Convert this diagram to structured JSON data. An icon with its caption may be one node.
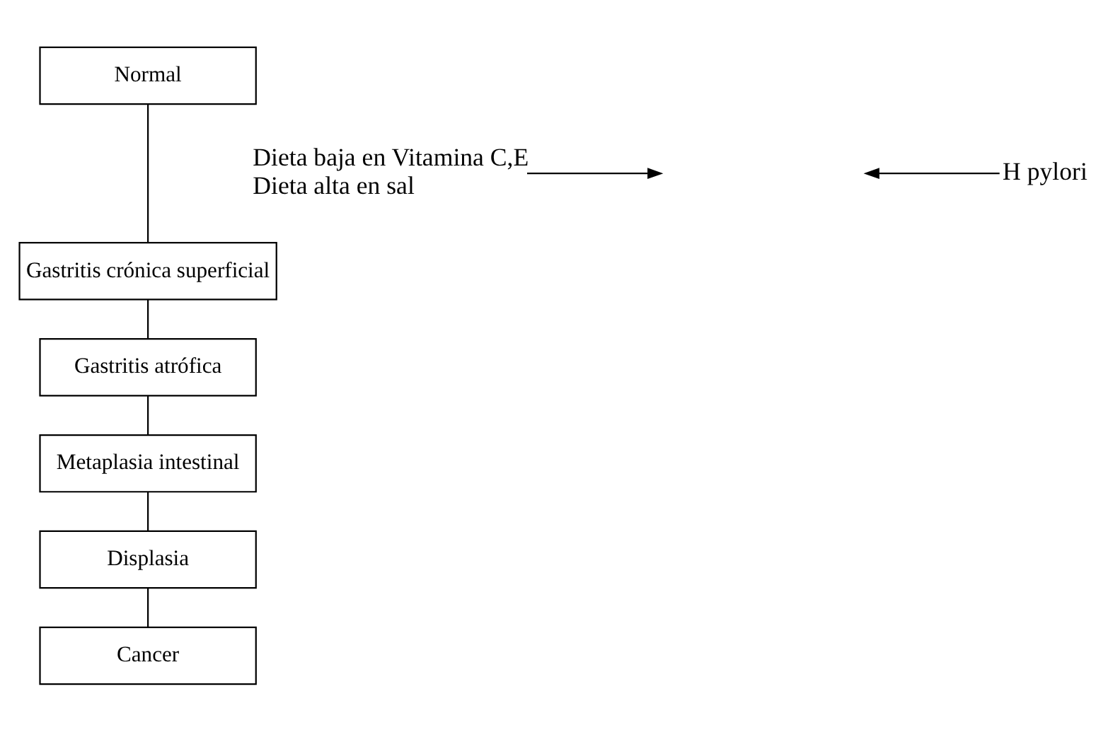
{
  "diagram": {
    "nodes": [
      {
        "text": [
          "Normal"
        ]
      },
      {
        "text": [
          "Gastritis crónica superficial"
        ]
      },
      {
        "text": [
          "Gastritis atrófica"
        ]
      },
      {
        "text": [
          "Metaplasia intestinal"
        ]
      },
      {
        "text": [
          "Displasia"
        ]
      },
      {
        "text": [
          "Cancer"
        ]
      },
      {
        "text": [
          "Dieta baja en Vitamina C,E",
          "Dieta alta en sal"
        ]
      },
      {
        "text": [
          "H pylori"
        ]
      }
    ],
    "edges": [
      {
        "from": 0,
        "to": 1,
        "arrow": "none"
      },
      {
        "from": 1,
        "to": 2,
        "arrow": "none"
      },
      {
        "from": 2,
        "to": 3,
        "arrow": "none"
      },
      {
        "from": 3,
        "to": 4,
        "arrow": "none"
      },
      {
        "from": 4,
        "to": 5,
        "arrow": "none"
      },
      {
        "from": 6,
        "to": null,
        "arrow": "to"
      },
      {
        "from": 7,
        "to": null,
        "arrow": "to"
      }
    ]
  }
}
